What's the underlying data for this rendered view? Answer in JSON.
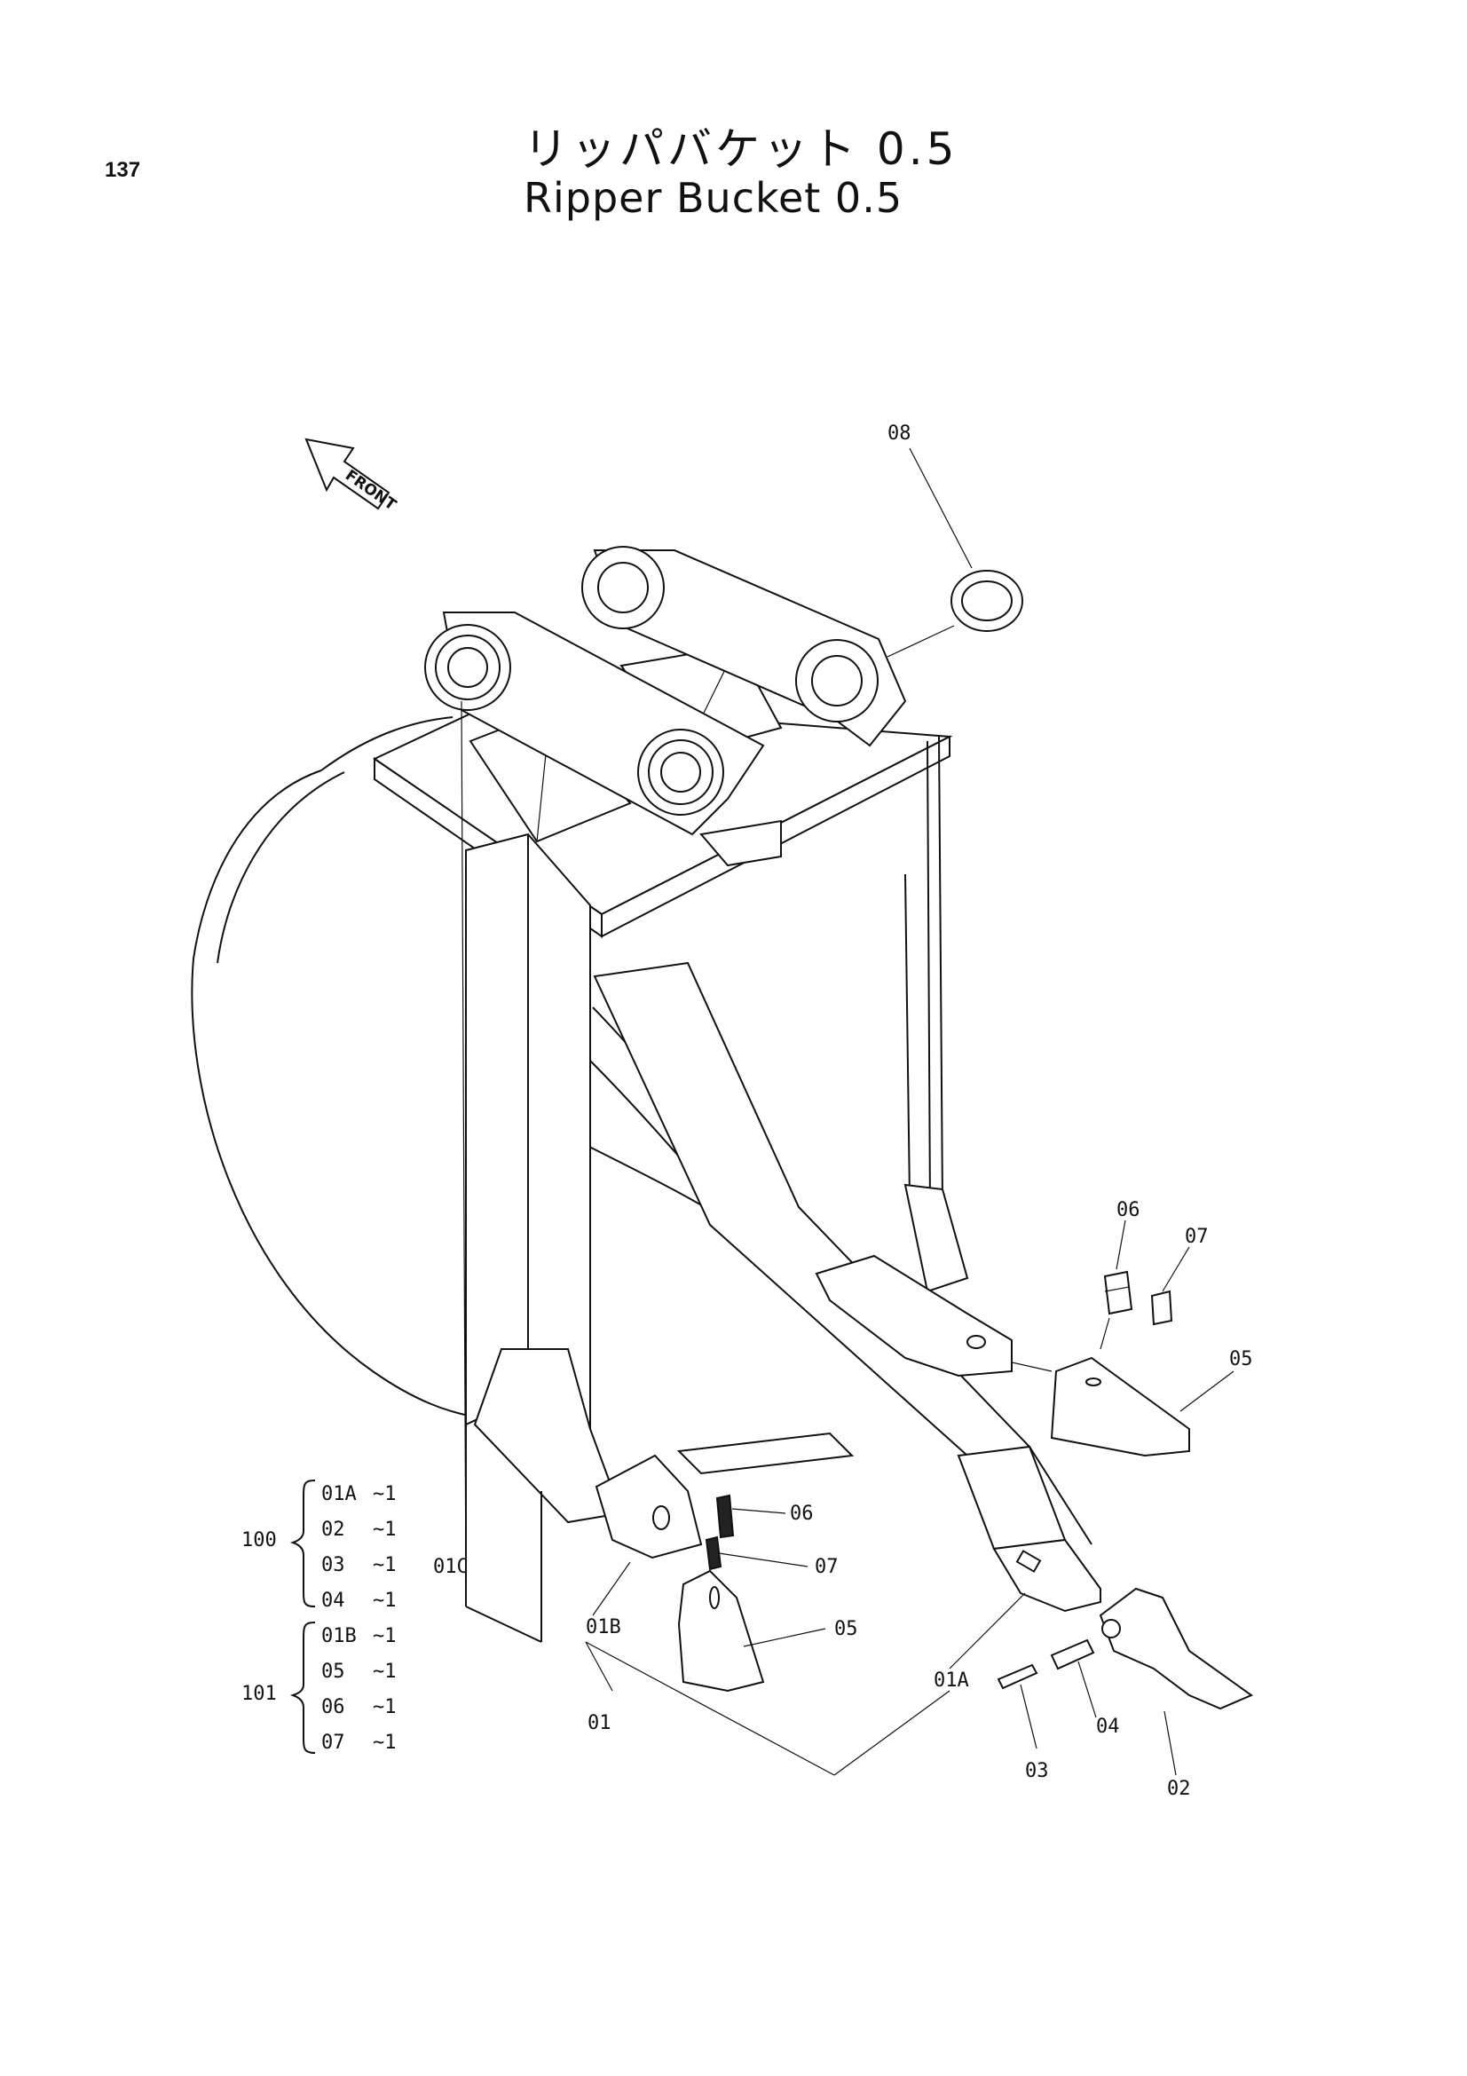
{
  "page": {
    "number": "137",
    "title_jp": "リッパバケット 0.5",
    "title_en": "Ripper Bucket 0.5"
  },
  "front_arrow": {
    "label": "FRONT"
  },
  "callouts": {
    "c08": "08",
    "c06_right": "06",
    "c07_right": "07",
    "c05_right": "05",
    "c06_left": "06",
    "c07_left": "07",
    "c05_left": "05",
    "c01C": "01C",
    "c01B": "01B",
    "c01A": "01A",
    "c01": "01",
    "c04": "04",
    "c03": "03",
    "c02": "02"
  },
  "assemblies": [
    {
      "number": "100",
      "items": [
        {
          "part": "01A",
          "qty": "~1"
        },
        {
          "part": "02",
          "qty": "~1"
        },
        {
          "part": "03",
          "qty": "~1"
        },
        {
          "part": "04",
          "qty": "~1"
        }
      ]
    },
    {
      "number": "101",
      "items": [
        {
          "part": "01B",
          "qty": "~1"
        },
        {
          "part": "05",
          "qty": "~1"
        },
        {
          "part": "06",
          "qty": "~1"
        },
        {
          "part": "07",
          "qty": "~1"
        }
      ]
    }
  ]
}
